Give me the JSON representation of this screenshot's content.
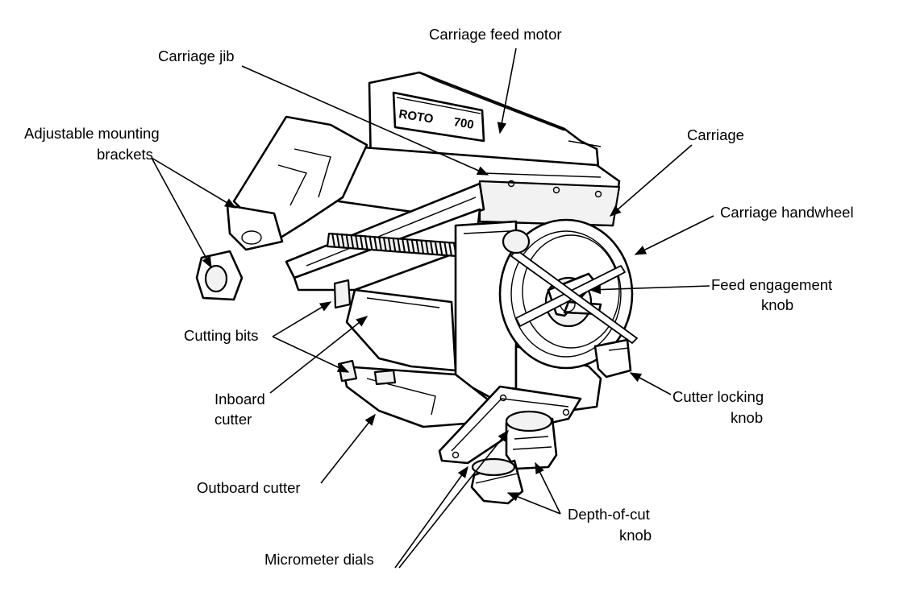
{
  "brand": {
    "name": "ROTO",
    "model": "700"
  },
  "labels": {
    "carriage_feed_motor": "Carriage feed motor",
    "carriage_jib": "Carriage jib",
    "mounting_brackets_line1": "Adjustable mounting",
    "mounting_brackets_line2": "brackets",
    "carriage": "Carriage",
    "carriage_handwheel": "Carriage handwheel",
    "feed_engagement_line1": "Feed engagement",
    "feed_engagement_line2": "knob",
    "cutting_bits": "Cutting bits",
    "inboard_cutter_line1": "Inboard",
    "inboard_cutter_line2": "cutter",
    "cutter_locking_line1": "Cutter locking",
    "cutter_locking_line2": "knob",
    "outboard_cutter": "Outboard cutter",
    "depth_of_cut_line1": "Depth-of-cut",
    "depth_of_cut_line2": "knob",
    "micrometer_dials": "Micrometer dials"
  }
}
